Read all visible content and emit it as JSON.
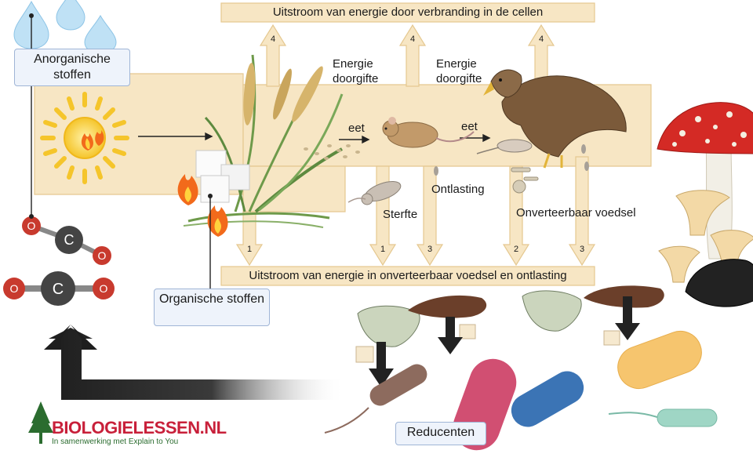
{
  "title_top": "Uitstroom van energie door verbranding in de cellen",
  "title_bottom": "Uitstroom van energie in onverteerbaar voedsel en ontlasting",
  "labels": {
    "anorganic": "Anorganische stoffen",
    "organic": "Organische stoffen",
    "reducers": "Reducenten",
    "energy_1": "Energie doorgifte",
    "energy_2": "Energie doorgifte",
    "eat_1": "eet",
    "eat_2": "eet",
    "death": "Sterfte",
    "feces": "Ontlasting",
    "undigestible": "Onverteerbaar voedsel"
  },
  "arrow_numbers_top": [
    "4",
    "4",
    "4"
  ],
  "arrow_numbers_bottom": [
    "1",
    "1",
    "3",
    "2",
    "3"
  ],
  "molecule_atoms": {
    "oxygen": "O",
    "carbon": "C"
  },
  "logo": {
    "name": "BIOLOGIELESSEN.NL",
    "tagline": "In samenwerking met Explain to You"
  },
  "colors": {
    "flow": "#f7e6c4",
    "flow_stroke": "#e5c890",
    "box_fill": "#eef3fb",
    "box_stroke": "#9fb5d6",
    "oxygen": "#c83a2e",
    "carbon": "#444444"
  }
}
